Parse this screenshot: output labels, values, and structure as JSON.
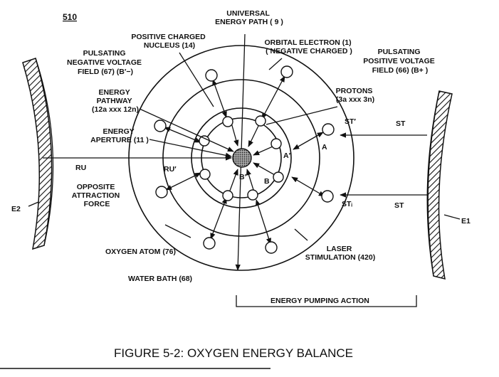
{
  "figure_number": "510",
  "caption": "FIGURE 5-2: OXYGEN ENERGY BALANCE",
  "labels": {
    "universal_path": [
      "UNIVERSAL",
      "ENERGY PATH ( 9 )"
    ],
    "nucleus": [
      "POSITIVE CHARGED",
      "NUCLEUS (14)"
    ],
    "orbital_electron": [
      "ORBITAL ELECTRON (1)",
      "( NEGATIVE CHARGED )"
    ],
    "neg_field": [
      "PULSATING",
      "NEGATIVE VOLTAGE",
      "FIELD (67) (B′−)"
    ],
    "pos_field": [
      "PULSATING",
      "POSITIVE VOLTAGE",
      "FIELD (66) (B+ )"
    ],
    "energy_pathway": [
      "ENERGY",
      "PATHWAY",
      "(12a xxx 12n)"
    ],
    "protons": [
      "PROTONS",
      "(3a xxx 3n)"
    ],
    "energy_aperture": [
      "ENERGY",
      "APERTURE (11 )"
    ],
    "opposite_force": [
      "OPPOSITE",
      "ATTRACTION",
      "FORCE"
    ],
    "oxygen_atom": "OXYGEN ATOM (76)",
    "laser": [
      "LASER",
      "STIMULATION (420)"
    ],
    "water_bath": "WATER BATH (68)",
    "pumping": "ENERGY PUMPING ACTION",
    "ru": "RU",
    "ru_prime": "RU′",
    "st_prime": "ST′",
    "st": "ST",
    "st_sub": "STᵢ",
    "st2": "ST",
    "a": "A",
    "a_prime": "A′",
    "b": "B",
    "b_prime": "B′",
    "e1": "E1",
    "e2": "E2"
  }
}
